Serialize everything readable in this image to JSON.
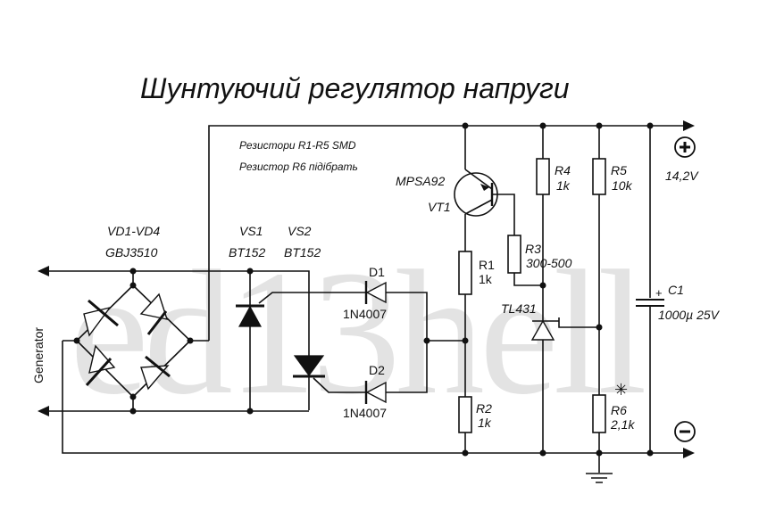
{
  "title": "Шунтуючий регулятор напруги",
  "watermark": "ed13hell",
  "notes": [
    "Резистори R1-R5 SMD",
    "Резистор R6 підібрать"
  ],
  "terminals": {
    "positive_symbol": "+",
    "positive_voltage": "14,2V",
    "negative_symbol": "−",
    "generator_label": "Generator"
  },
  "components": {
    "bridge": {
      "ref": "VD1-VD4",
      "value": "GBJ3510"
    },
    "vs1": {
      "ref": "VS1",
      "value": "BT152"
    },
    "vs2": {
      "ref": "VS2",
      "value": "BT152"
    },
    "d1": {
      "ref": "D1",
      "value": "1N4007"
    },
    "d2": {
      "ref": "D2",
      "value": "1N4007"
    },
    "vt1": {
      "ref": "VT1",
      "value": "MPSA92"
    },
    "r1": {
      "ref": "R1",
      "value": "1k"
    },
    "r2": {
      "ref": "R2",
      "value": "1k"
    },
    "r3": {
      "ref": "R3",
      "value": "300-500"
    },
    "r4": {
      "ref": "R4",
      "value": "1k"
    },
    "r5": {
      "ref": "R5",
      "value": "10k"
    },
    "r6": {
      "ref": "R6",
      "value": "2,1k",
      "marker": "✳"
    },
    "tl431": {
      "ref": "TL431"
    },
    "c1": {
      "ref": "C1",
      "value": "1000µ 25V",
      "polarity": "+"
    }
  }
}
